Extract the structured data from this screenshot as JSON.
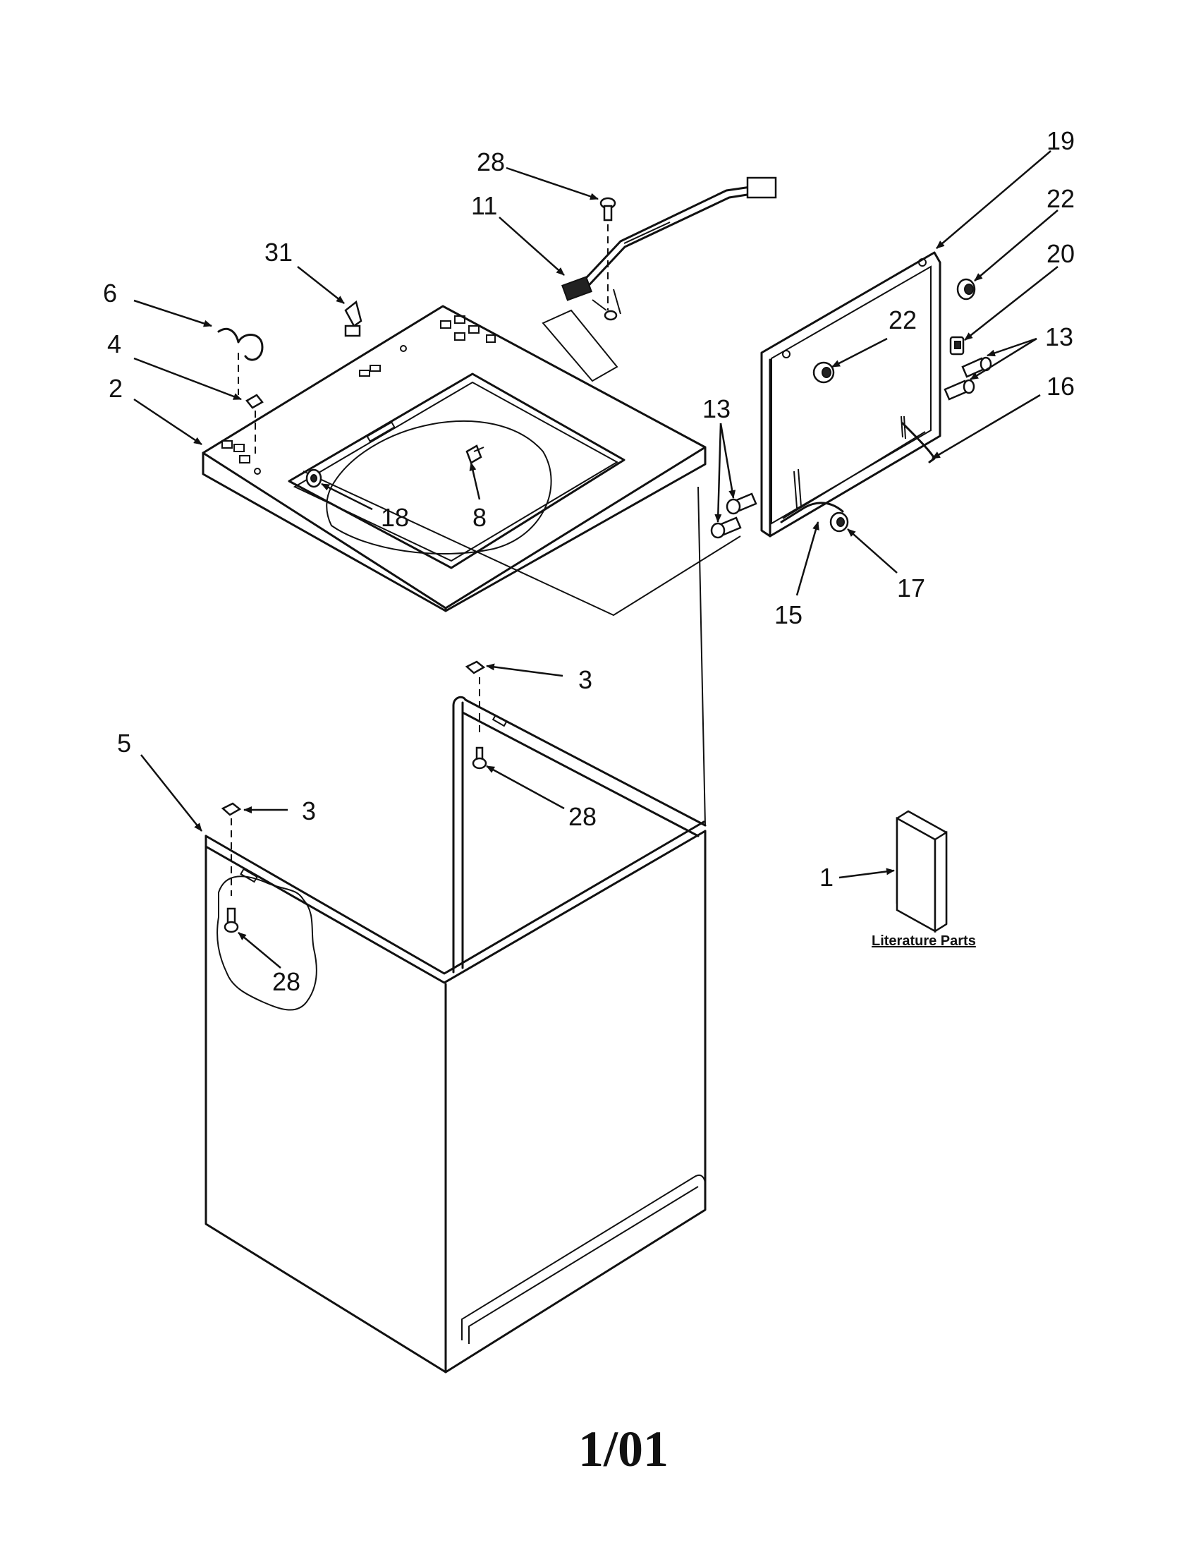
{
  "callouts": {
    "c28_top": "28",
    "c11": "11",
    "c31": "31",
    "c6": "6",
    "c4": "4",
    "c2": "2",
    "c18": "18",
    "c8": "8",
    "c19": "19",
    "c22_a": "22",
    "c20": "20",
    "c22_b": "22",
    "c13_a": "13",
    "c16": "16",
    "c13_b": "13",
    "c17": "17",
    "c15": "15",
    "c3_a": "3",
    "c28_b": "28",
    "c5": "5",
    "c3_b": "3",
    "c28_c": "28",
    "c1": "1"
  },
  "literature_label": "Literature Parts",
  "page_code": "1/01"
}
